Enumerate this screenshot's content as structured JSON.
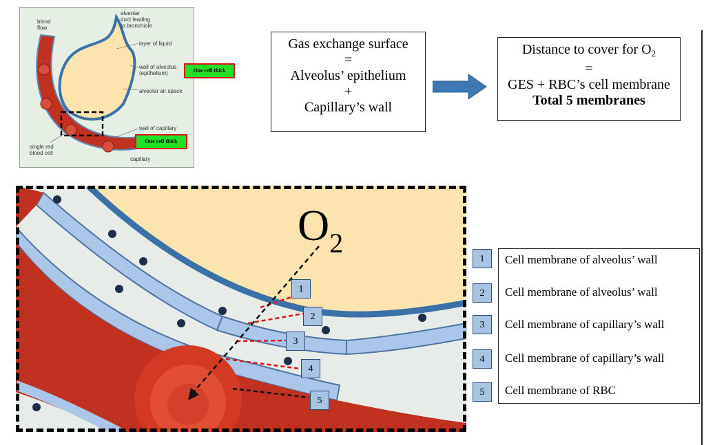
{
  "inset": {
    "labels": {
      "blood_flow": "blood\nflow",
      "alveolar_duct": "alveolar\nduct leading\nto bronchiole",
      "layer_of_liquid": "layer of liquid",
      "wall_of_alveolus": "wall of alveolus\n(epithelium)",
      "alveolar_air_space": "alveolar air space",
      "wall_of_capillary": "wall of capillary",
      "single_rbc": "single red\nblood cell",
      "capillary": "capillary"
    },
    "badge_alveolus": "One cell thick",
    "badge_capillary": "One cell thick"
  },
  "ges_box": {
    "line1": "Gas exchange surface",
    "eq": "=",
    "line2": "Alveolus’ epithelium",
    "plus": "+",
    "line3": "Capillary’s wall"
  },
  "distance_box": {
    "line1_prefix": "Distance to cover for O",
    "line1_sub": "2",
    "eq": "=",
    "line2": "GES + RBC’s cell membrane",
    "line3": "Total 5 membranes"
  },
  "zoom": {
    "o2_main": "O",
    "o2_sub": "2",
    "markers": [
      "1",
      "2",
      "3",
      "4",
      "5"
    ]
  },
  "legend": [
    {
      "num": "1",
      "text": "Cell membrane of alveolus’ wall"
    },
    {
      "num": "2",
      "text": "Cell membrane of alveolus’ wall"
    },
    {
      "num": "3",
      "text": "Cell membrane of capillary’s wall"
    },
    {
      "num": "4",
      "text": "Cell membrane of capillary’s wall"
    },
    {
      "num": "5",
      "text": "Cell membrane of RBC"
    }
  ],
  "colors": {
    "alveolus_fill": "#fde3ad",
    "epithelium_blue": "#3a72a8",
    "cell_blue": "#aac6e8",
    "blood_red": "#c1311f",
    "badge_green": "#22e027",
    "badge_red": "#e0121a",
    "marker_blue": "#a9c3e3",
    "arrow_blue": "#3c78b4"
  }
}
